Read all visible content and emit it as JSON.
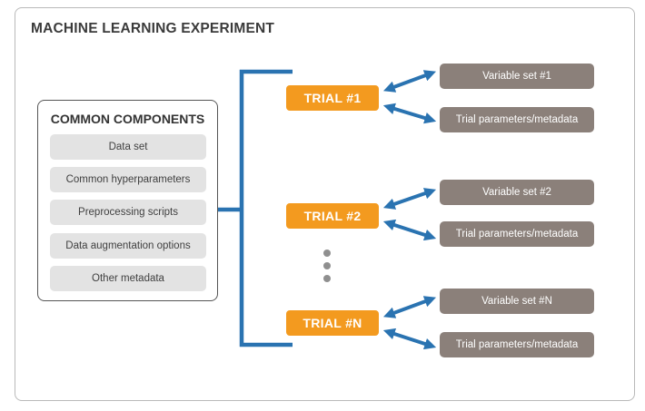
{
  "title": "MACHINE LEARNING EXPERIMENT",
  "common": {
    "title": "COMMON COMPONENTS",
    "items": [
      "Data set",
      "Common hyperparameters",
      "Preprocessing scripts",
      "Data augmentation options",
      "Other metadata"
    ]
  },
  "trials": [
    {
      "label": "TRIAL #1",
      "variable": "Variable set #1",
      "params": "Trial parameters/metadata"
    },
    {
      "label": "TRIAL #2",
      "variable": "Variable set #2",
      "params": "Trial parameters/metadata"
    },
    {
      "label": "TRIAL #N",
      "variable": "Variable set #N",
      "params": "Trial parameters/metadata"
    }
  ],
  "colors": {
    "bracket": "#2a73b1",
    "arrow": "#2a73b1",
    "trial": "#f39a1f",
    "variable_box": "#8b807a",
    "common_item": "#e3e3e3"
  }
}
